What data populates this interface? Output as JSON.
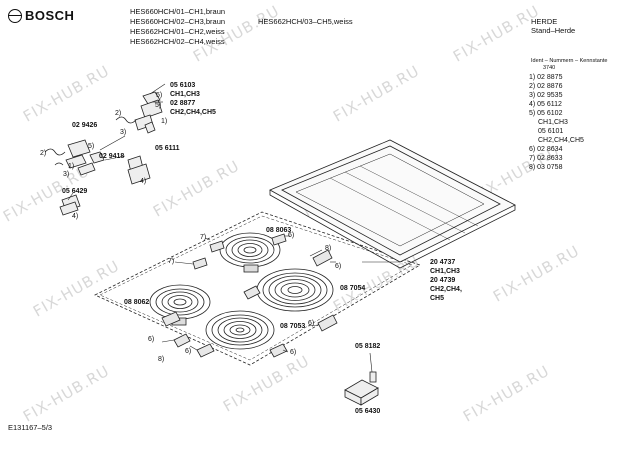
{
  "header": {
    "brand": "BOSCH",
    "models_left": [
      "HES660HCH/01–CH1,braun",
      "HES660HCH/02–CH3,braun",
      "HES662HCH/01–CH2,weiss",
      "HES662HCH/02–CH4,weiss"
    ],
    "model_right": "HES662HCH/03–CH5,weiss",
    "category": "HERDE",
    "subcategory": "Stand–Herde"
  },
  "parts_list": {
    "title": "Ident – Nummern – Kennstante",
    "subtitle": "3740",
    "rows": [
      "1)  02 8875",
      "2)  02 8876",
      "3)  02 9535",
      "4)  05 6112",
      "5)  05 6102",
      "CH1,CH3",
      "05 6101",
      "CH2,CH4,CH5",
      "6)  02 8634",
      "7)  02 8633",
      "8)  03 0758"
    ]
  },
  "callouts": {
    "c056103": "05 6103",
    "c_ch1ch3_a": "CH1,CH3",
    "c028877": "02 8877",
    "c_ch245_a": "CH2,CH4,CH5",
    "c029426": "02 9426",
    "c029418": "02 9418",
    "c056111": "05 6111",
    "c056429": "05 6429",
    "c088063": "08 8063",
    "c088062": "08 8062",
    "c087054": "08 7054",
    "c087053": "08 7053",
    "c204737": "20 4737",
    "c_ch1ch3_b": "CH1,CH3",
    "c204739": "20 4739",
    "c_ch24_b": "CH2,CH4,",
    "c_ch5_b": "CH5",
    "c058182": "05 8182",
    "c056430": "05 6430"
  },
  "marks": {
    "m1": "1)",
    "m2": "2)",
    "m3": "3)",
    "m4": "4)",
    "m5": "5)",
    "m6": "6)",
    "m7": "7)",
    "m8": "8)"
  },
  "footer": {
    "doc_id": "E131167–5/3"
  },
  "watermark": "FIX-HUB.RU"
}
